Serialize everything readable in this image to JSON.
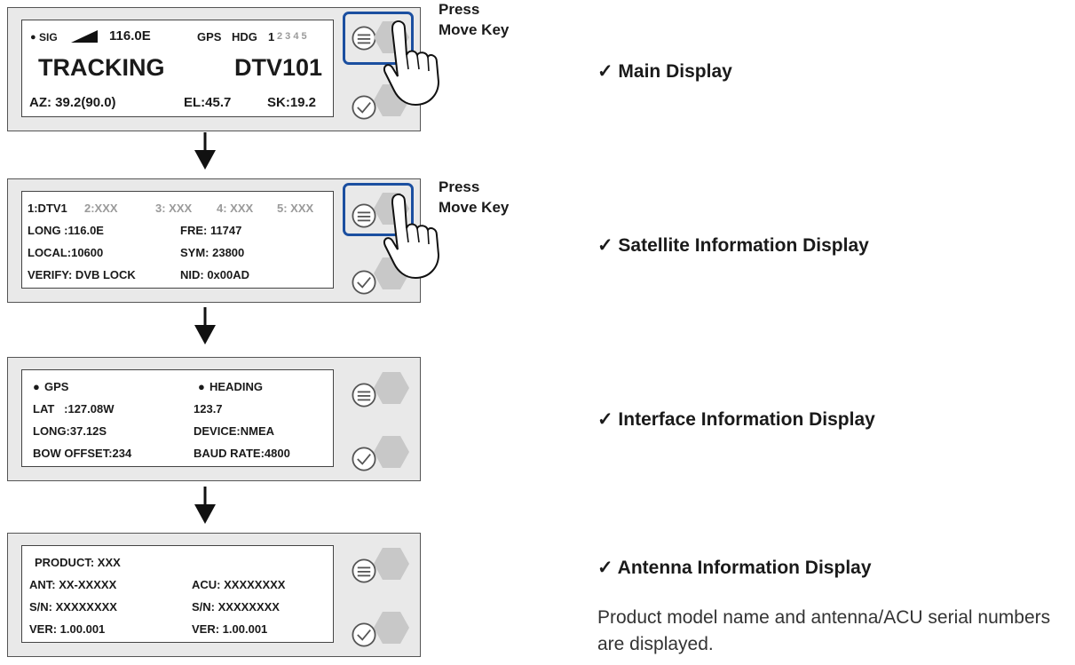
{
  "panel1": {
    "sig_label": "SIG",
    "longitude": "116.0E",
    "gps_label": "GPS",
    "hdg_label": "HDG",
    "channel_active": "1",
    "channels_inactive": "2 3 4 5",
    "status": "TRACKING",
    "satellite": "DTV101",
    "az": "AZ: 39.2(90.0)",
    "el": "EL:45.7",
    "sk": "SK:19.2"
  },
  "panel2": {
    "sat1": "1:DTV1",
    "sat2": "2:XXX",
    "sat3": "3: XXX",
    "sat4": "4: XXX",
    "sat5": "5: XXX",
    "long": "LONG :116.0E",
    "fre": "FRE: 11747",
    "local": "LOCAL:10600",
    "sym": "SYM: 23800",
    "verify": "VERIFY: DVB LOCK",
    "nid": "NID: 0x00AD"
  },
  "panel3": {
    "gps": "GPS",
    "heading": "HEADING",
    "lat": "LAT   :127.08W",
    "heading_value": "123.7",
    "long": "LONG:37.12S",
    "device": "DEVICE:NMEA",
    "bow_offset": "BOW OFFSET:234",
    "baud_rate": "BAUD RATE:4800"
  },
  "panel4": {
    "product": "PRODUCT: XXX",
    "ant": "ANT: XX-XXXXX",
    "acu": "ACU: XXXXXXXX",
    "sn_ant": "S/N: XXXXXXXX",
    "sn_acu": "S/N: XXXXXXXX",
    "ver_ant": "VER: 1.00.001",
    "ver_acu": "VER: 1.00.001"
  },
  "press_move_key": {
    "line1": "Press",
    "line2": "Move Key"
  },
  "captions": {
    "main": "✓ Main Display",
    "satellite": "✓ Satellite Information Display",
    "interface": "✓ Interface Information Display",
    "antenna": "✓ Antenna Information Display"
  },
  "description": "Product model name and antenna/ACU serial numbers are displayed.",
  "colors": {
    "highlight": "#1b4fa0",
    "button": "#c8c8c8",
    "panel": "#e9e9e9"
  }
}
